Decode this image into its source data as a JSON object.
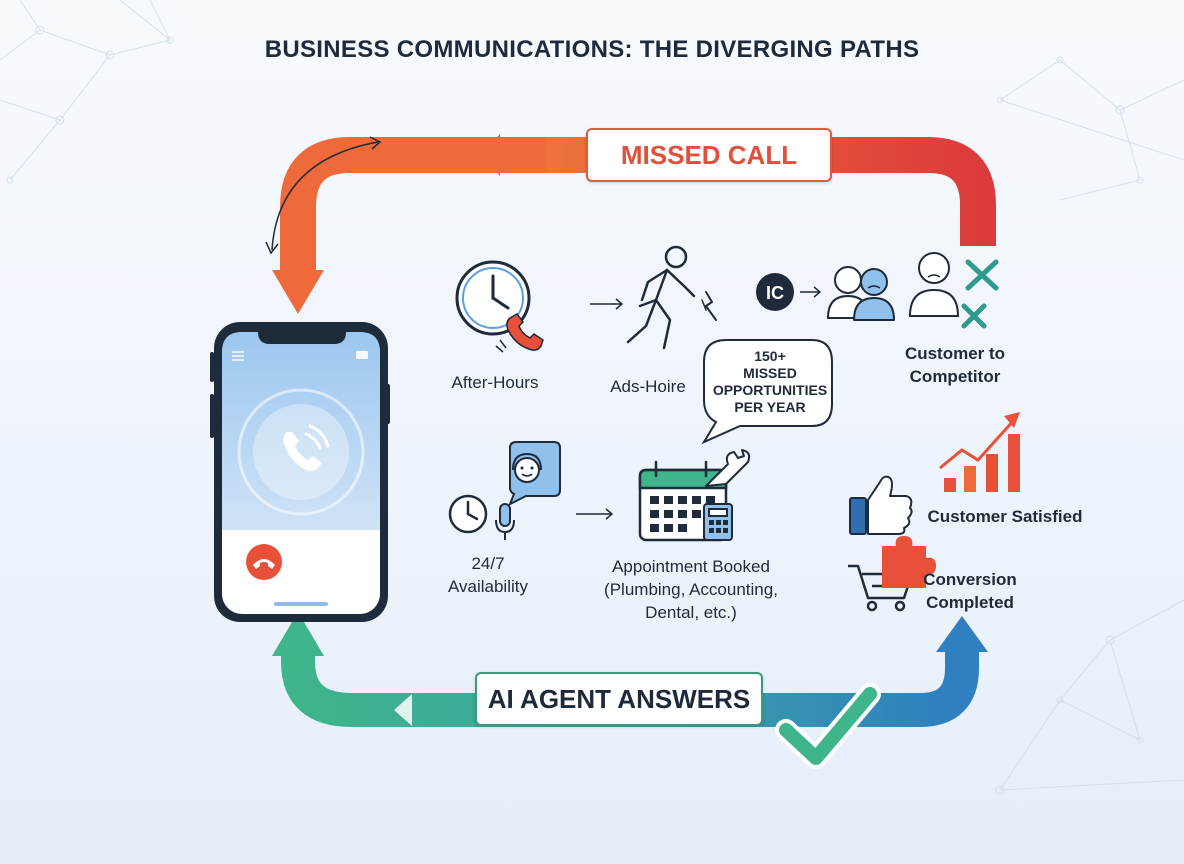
{
  "title": "BUSINESS COMMUNICATIONS: THE DIVERGING PATHS",
  "missed_call": "MISSED CALL",
  "ai_agent": "AI AGENT ANSWERS",
  "top_path": {
    "after_hours": "After-Hours",
    "ads_hoire": "Ads-Hoire",
    "ic_badge": "IC",
    "customer_to_competitor": [
      "Customer to",
      "Competitor"
    ]
  },
  "bubble": [
    "150+",
    "MISSED",
    "OPPORTUNITIES",
    "PER YEAR"
  ],
  "bottom_path": {
    "availability": [
      "24/7",
      "Availability"
    ],
    "appointment": [
      "Appointment Booked",
      "(Plumbing, Accounting,",
      "Dental, etc.)"
    ],
    "customer_satisfied": "Customer Satisfied",
    "conversion": [
      "Conversion",
      "Completed"
    ]
  },
  "colors": {
    "red_path": "#e85b3a",
    "green_path": "#3fae8a",
    "blue_path": "#2f8fc4",
    "check": "#3fb58b",
    "phone_screen": "#b8d6f2"
  }
}
